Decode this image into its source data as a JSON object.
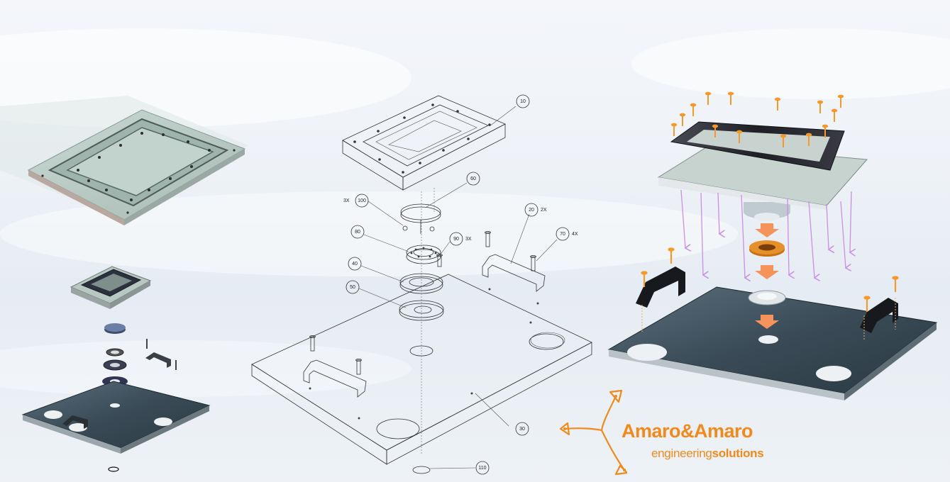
{
  "drawing": {
    "callouts": [
      {
        "num": "10",
        "qty": ""
      },
      {
        "num": "60",
        "qty": ""
      },
      {
        "num": "100",
        "qty": "3X"
      },
      {
        "num": "20",
        "qty": "2X"
      },
      {
        "num": "80",
        "qty": ""
      },
      {
        "num": "90",
        "qty": "3X"
      },
      {
        "num": "70",
        "qty": "4X"
      },
      {
        "num": "40",
        "qty": ""
      },
      {
        "num": "50",
        "qty": ""
      },
      {
        "num": "30",
        "qty": ""
      },
      {
        "num": "110",
        "qty": ""
      }
    ]
  },
  "logo": {
    "name": "Amaro&Amaro",
    "tagline_light": "engineering",
    "tagline_bold": "solutions",
    "color": "#f08a1c"
  },
  "colors": {
    "background": "#eef2f7",
    "plate_dark": "#3a4a55",
    "frame_dark": "#23232c",
    "screw_orange": "#f39a2a",
    "arrow_violet": "#c98ee8",
    "arrow_orange": "#f6935a"
  }
}
